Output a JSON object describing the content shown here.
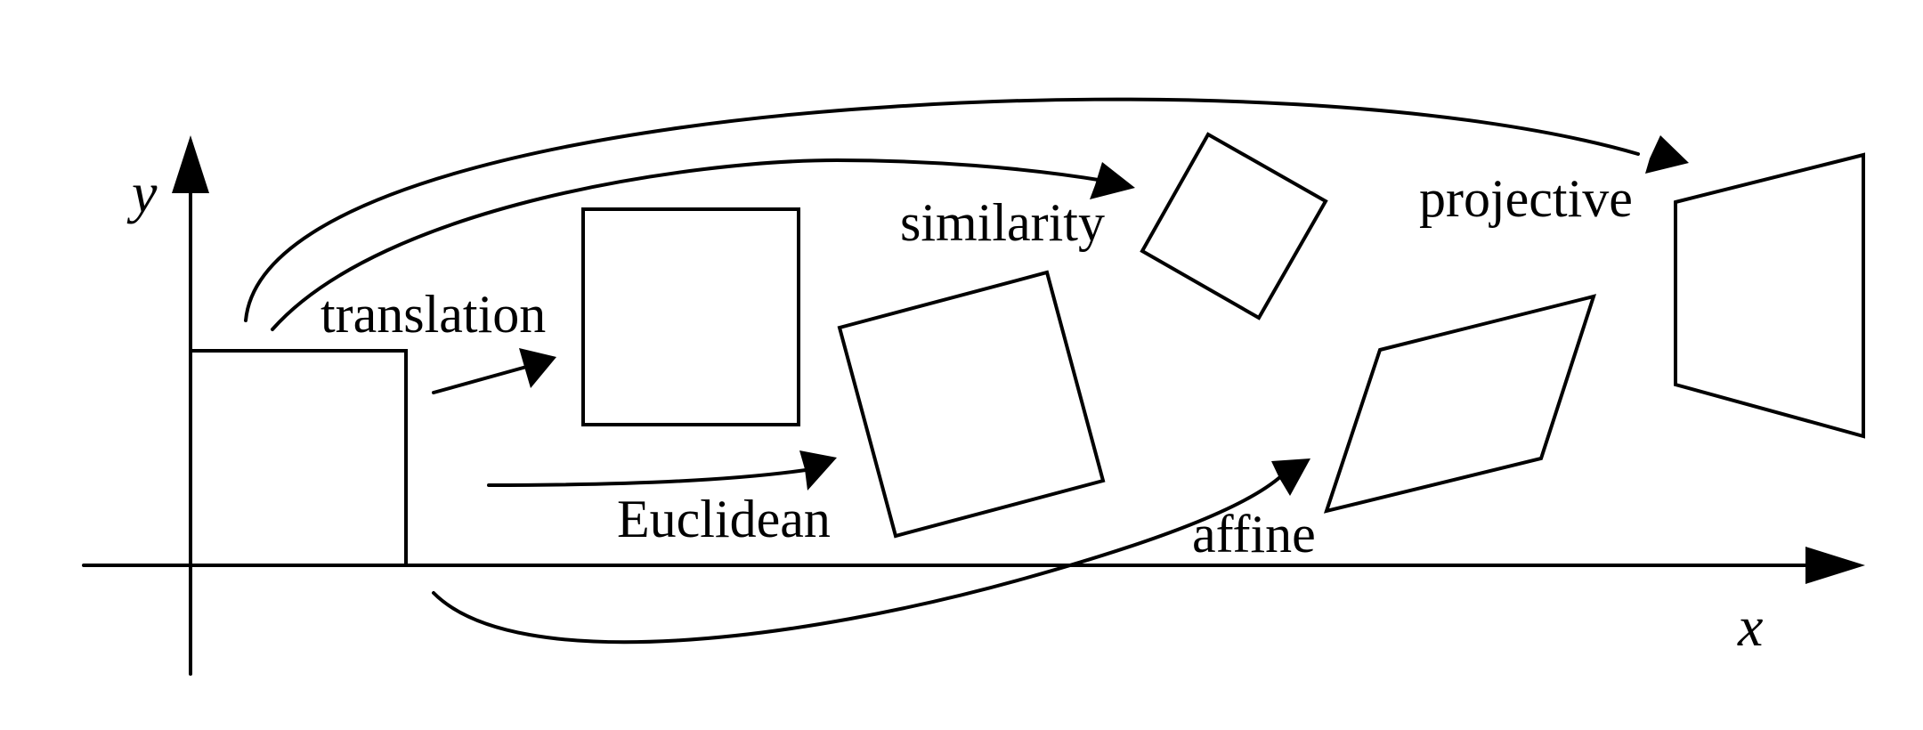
{
  "diagram": {
    "axes": {
      "x_label": "x",
      "y_label": "y"
    },
    "labels": {
      "translation": "translation",
      "euclidean": "Euclidean",
      "similarity": "similarity",
      "affine": "affine",
      "projective": "projective"
    }
  }
}
